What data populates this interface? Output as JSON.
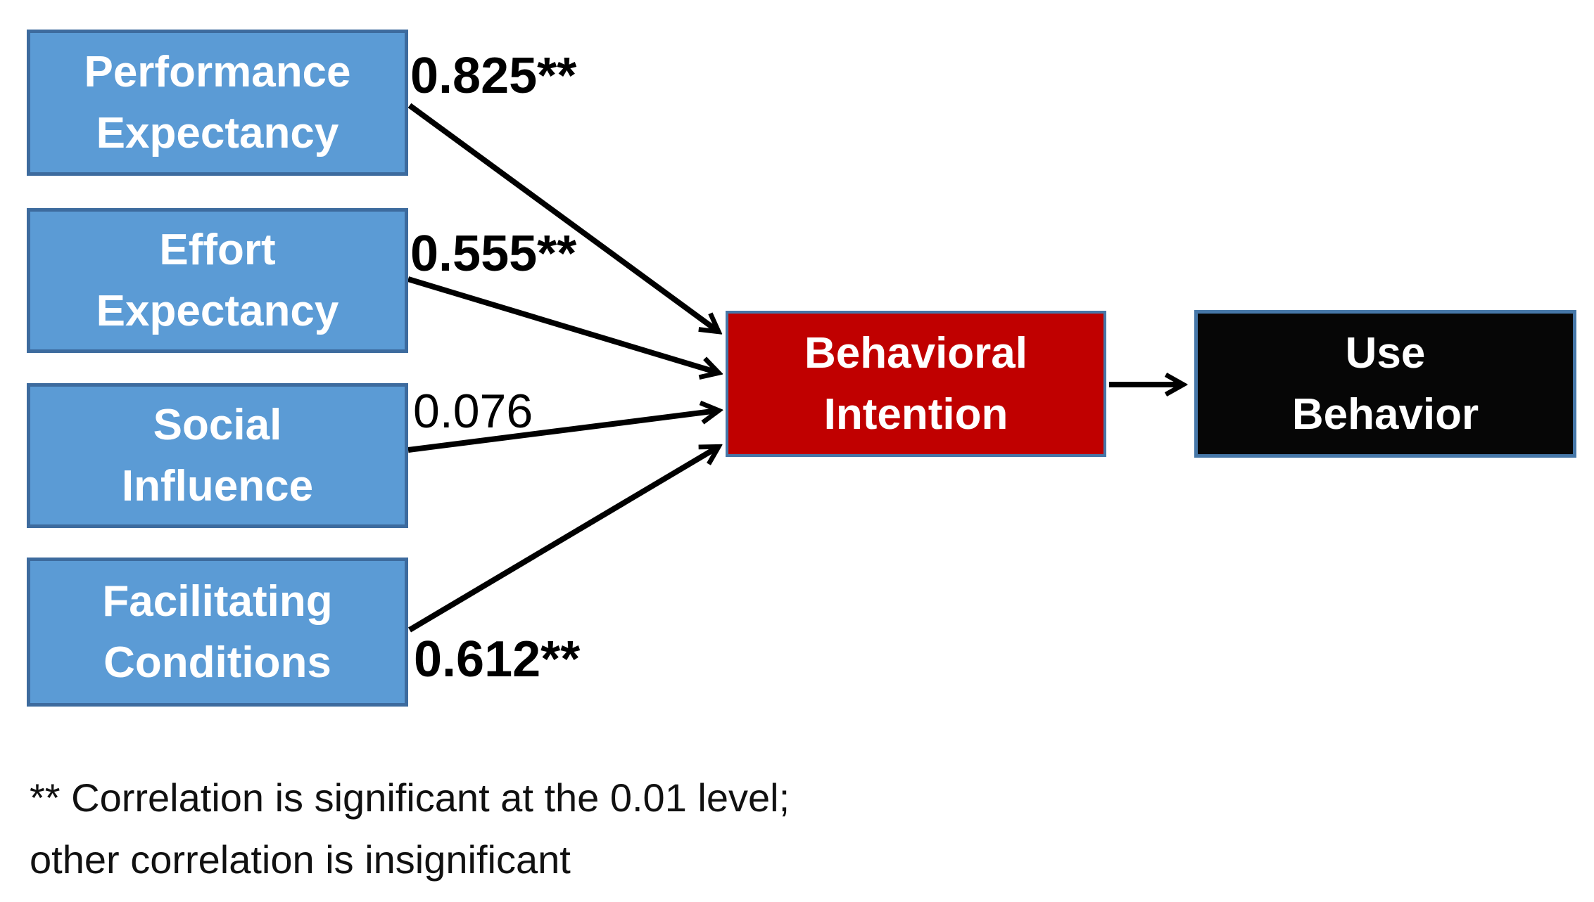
{
  "diagram_type": "path-model",
  "nodes": {
    "predictors": [
      {
        "id": "performance-expectancy",
        "label": "Performance\nExpectancy"
      },
      {
        "id": "effort-expectancy",
        "label": "Effort\nExpectancy"
      },
      {
        "id": "social-influence",
        "label": "Social\nInfluence"
      },
      {
        "id": "facilitating-conditions",
        "label": "Facilitating\nConditions"
      }
    ],
    "mediator": {
      "id": "behavioral-intention",
      "label": "Behavioral\nIntention"
    },
    "outcome": {
      "id": "use-behavior",
      "label": "Use\nBehavior"
    }
  },
  "edges": [
    {
      "from": "performance-expectancy",
      "to": "behavioral-intention",
      "coefficient": "0.825**",
      "significant": true
    },
    {
      "from": "effort-expectancy",
      "to": "behavioral-intention",
      "coefficient": "0.555**",
      "significant": true
    },
    {
      "from": "social-influence",
      "to": "behavioral-intention",
      "coefficient": "0.076",
      "significant": false
    },
    {
      "from": "facilitating-conditions",
      "to": "behavioral-intention",
      "coefficient": "0.612**",
      "significant": true
    },
    {
      "from": "behavioral-intention",
      "to": "use-behavior",
      "coefficient": ""
    }
  ],
  "footnote": "** Correlation is significant at the 0.01 level;\nother correlation is insignificant",
  "colors": {
    "background": "#FFFFFF",
    "predictor_fill": "#5B9BD5",
    "predictor_border": "#3D6B9E",
    "mediator_fill": "#C00000",
    "outcome_fill": "#060606",
    "mediator_outcome_border": "#4677A8",
    "arrow": "#000000",
    "coefficient_text": "#000000",
    "box_text": "#FFFFFF",
    "footnote_text": "#111111"
  }
}
